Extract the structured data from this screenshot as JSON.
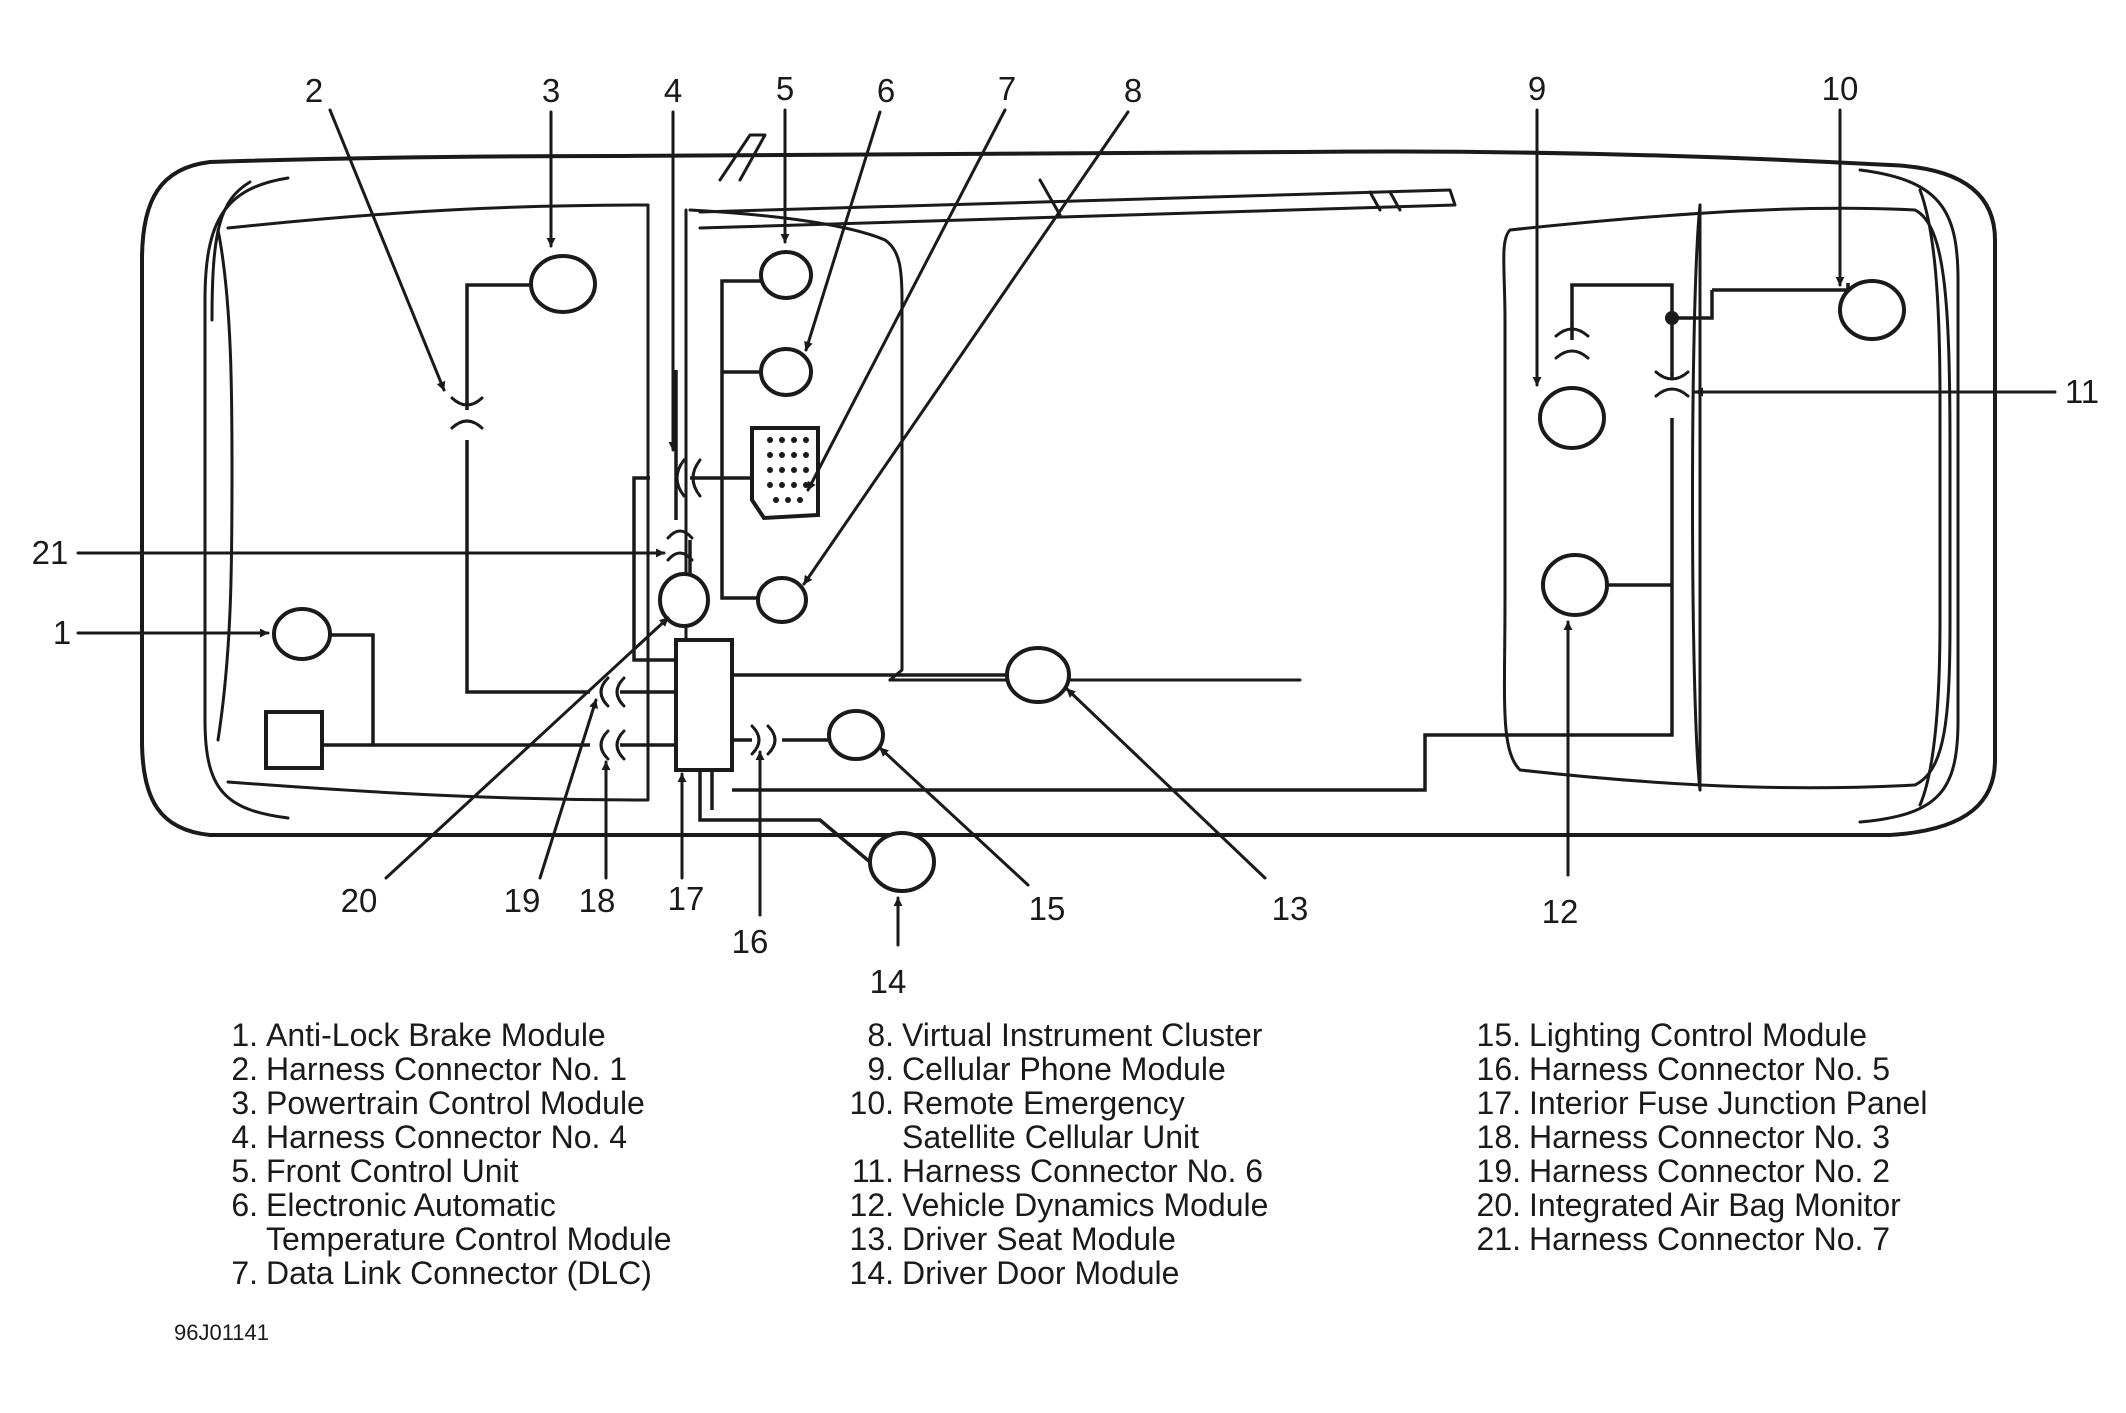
{
  "callouts": {
    "c1": "1",
    "c2": "2",
    "c3": "3",
    "c4": "4",
    "c5": "5",
    "c6": "6",
    "c7": "7",
    "c8": "8",
    "c9": "9",
    "c10": "10",
    "c11": "11",
    "c12": "12",
    "c13": "13",
    "c14": "14",
    "c15": "15",
    "c16": "16",
    "c17": "17",
    "c18": "18",
    "c19": "19",
    "c20": "20",
    "c21": "21"
  },
  "legend": {
    "col1": [
      {
        "num": "1.",
        "label": "Anti-Lock Brake Module"
      },
      {
        "num": "2.",
        "label": "Harness Connector No. 1"
      },
      {
        "num": "3.",
        "label": "Powertrain Control Module"
      },
      {
        "num": "4.",
        "label": "Harness Connector No. 4"
      },
      {
        "num": "5.",
        "label": "Front Control Unit"
      },
      {
        "num": "6.",
        "label": "Electronic Automatic",
        "label2": "Temperature Control Module"
      },
      {
        "num": "7.",
        "label": "Data Link Connector (DLC)"
      }
    ],
    "col2": [
      {
        "num": "8.",
        "label": "Virtual Instrument Cluster"
      },
      {
        "num": "9.",
        "label": "Cellular Phone Module"
      },
      {
        "num": "10.",
        "label": "Remote Emergency",
        "label2": "Satellite Cellular Unit"
      },
      {
        "num": "11.",
        "label": "Harness Connector No. 6"
      },
      {
        "num": "12.",
        "label": "Vehicle Dynamics Module"
      },
      {
        "num": "13.",
        "label": "Driver Seat Module"
      },
      {
        "num": "14.",
        "label": "Driver Door Module"
      }
    ],
    "col3": [
      {
        "num": "15.",
        "label": "Lighting Control Module"
      },
      {
        "num": "16.",
        "label": "Harness Connector No. 5"
      },
      {
        "num": "17.",
        "label": "Interior Fuse Junction Panel"
      },
      {
        "num": "18.",
        "label": "Harness Connector No. 3"
      },
      {
        "num": "19.",
        "label": "Harness Connector No. 2"
      },
      {
        "num": "20.",
        "label": "Integrated Air Bag Monitor"
      },
      {
        "num": "21.",
        "label": "Harness Connector No. 7"
      }
    ]
  },
  "figure_code": "96J01141"
}
